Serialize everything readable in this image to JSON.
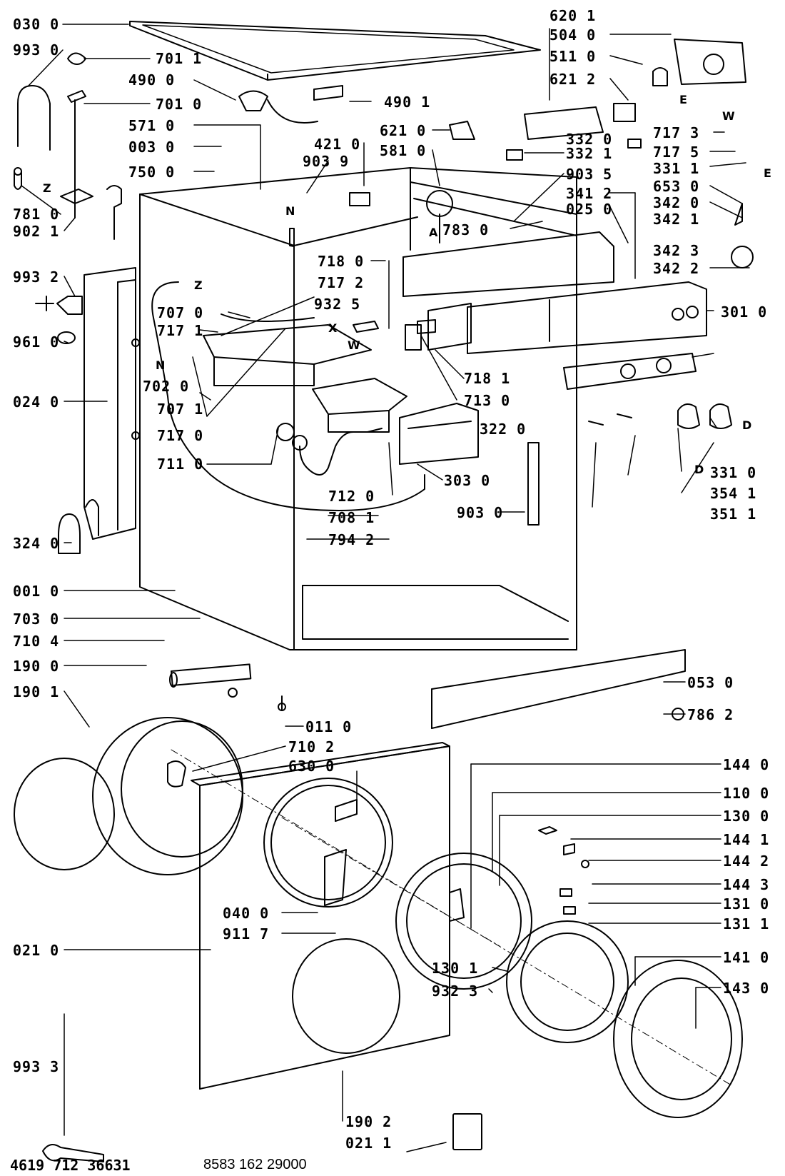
{
  "diagram": {
    "footer": {
      "left_code": "4619 712 36631",
      "right_code": "8583 162 29000"
    },
    "part_labels": [
      "030 0",
      "993 0",
      "701 1",
      "490 0",
      "701 0",
      "571 0",
      "003 0",
      "750 0",
      "781 0",
      "902 1",
      "993 2",
      "961 0",
      "024 0",
      "324 0",
      "707 0",
      "717 1",
      "702 0",
      "707 1",
      "717 0",
      "711 0",
      "932 5",
      "718 0",
      "717 2",
      "718 1",
      "713 0",
      "322 0",
      "303 0",
      "712 0",
      "708 1",
      "794 2",
      "490 1",
      "421 0",
      "621 0",
      "581 0",
      "903 9",
      "903 5",
      "783 0",
      "620 1",
      "504 0",
      "511 0",
      "621 2",
      "332 0",
      "332 1",
      "717 3",
      "717 5",
      "331 1",
      "653 0",
      "342 0",
      "342 1",
      "342 3",
      "342 2",
      "341 2",
      "025 0",
      "301 0",
      "903 0",
      "331 0",
      "354 1",
      "351 1",
      "001 0",
      "703 0",
      "710 4",
      "190 0",
      "190 1",
      "011 0",
      "710 2",
      "630 0",
      "053 0",
      "786 2",
      "144 0",
      "110 0",
      "130 0",
      "144 1",
      "144 2",
      "144 3",
      "131 0",
      "131 1",
      "040 0",
      "911 7",
      "130 1",
      "932 3",
      "141 0",
      "143 0",
      "021 0",
      "993 3",
      "190 2",
      "021 1"
    ],
    "letter_marks": [
      "Z",
      "Z",
      "N",
      "N",
      "X",
      "W",
      "A",
      "W",
      "E",
      "E",
      "D",
      "D"
    ]
  }
}
